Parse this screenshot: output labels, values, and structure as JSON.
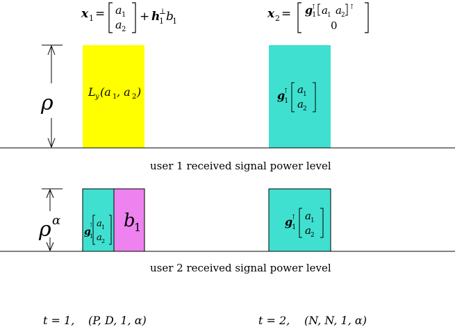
{
  "top": {
    "x1_lhs": "x",
    "x1_sub": "1",
    "x1_matrix_top": "a",
    "x1_matrix_top_sub": "1",
    "x1_matrix_bot": "a",
    "x1_matrix_bot_sub": "2",
    "x1_plus": "+",
    "x1_h": "h",
    "x1_h_sup": "⊥",
    "x1_h_sub": "1",
    "x1_b": "b",
    "x1_b_sub": "1",
    "x2_lhs": "x",
    "x2_sub": "2",
    "x2_top": "g",
    "x2_top_sup": "⊺",
    "x2_top_sub": "1",
    "x2_a1": "a",
    "x2_a1_sub": "1",
    "x2_a2": "a",
    "x2_a2_sub": "2",
    "x2_outer_sup": "⊺",
    "x2_zero": "0"
  },
  "user1": {
    "level_label": "ρ",
    "yellow_block": "L",
    "yellow_block_sub": "y",
    "yellow_block_args": "(a",
    "yellow_block_args2": ", a",
    "yellow_block_args3": ")",
    "cyan_block_g": "g",
    "cyan_block_sup": "⊺",
    "cyan_block_sub": "1",
    "cyan_a1": "a",
    "cyan_a2": "a",
    "caption": "user 1 received signal power level"
  },
  "user2": {
    "level_label": "ρ",
    "level_sup": "α",
    "left_block_g": "g",
    "left_block_sup": "⊺",
    "left_block_sub": "1",
    "pink_block_b": "b",
    "pink_block_sub": "1",
    "right_block_g": "g",
    "right_block_sup": "⊺",
    "right_block_sub": "1",
    "caption": "user 2 received signal power level"
  },
  "bottom": {
    "t1": "t = 1,",
    "t1_tuple": "(P, D, 1, α)",
    "t2": "t = 2,",
    "t2_tuple": "(N, N, 1, α)"
  },
  "colors": {
    "yellow": "#FFFF00",
    "cyan": "#40E0D0",
    "pink": "#EE82EE"
  }
}
